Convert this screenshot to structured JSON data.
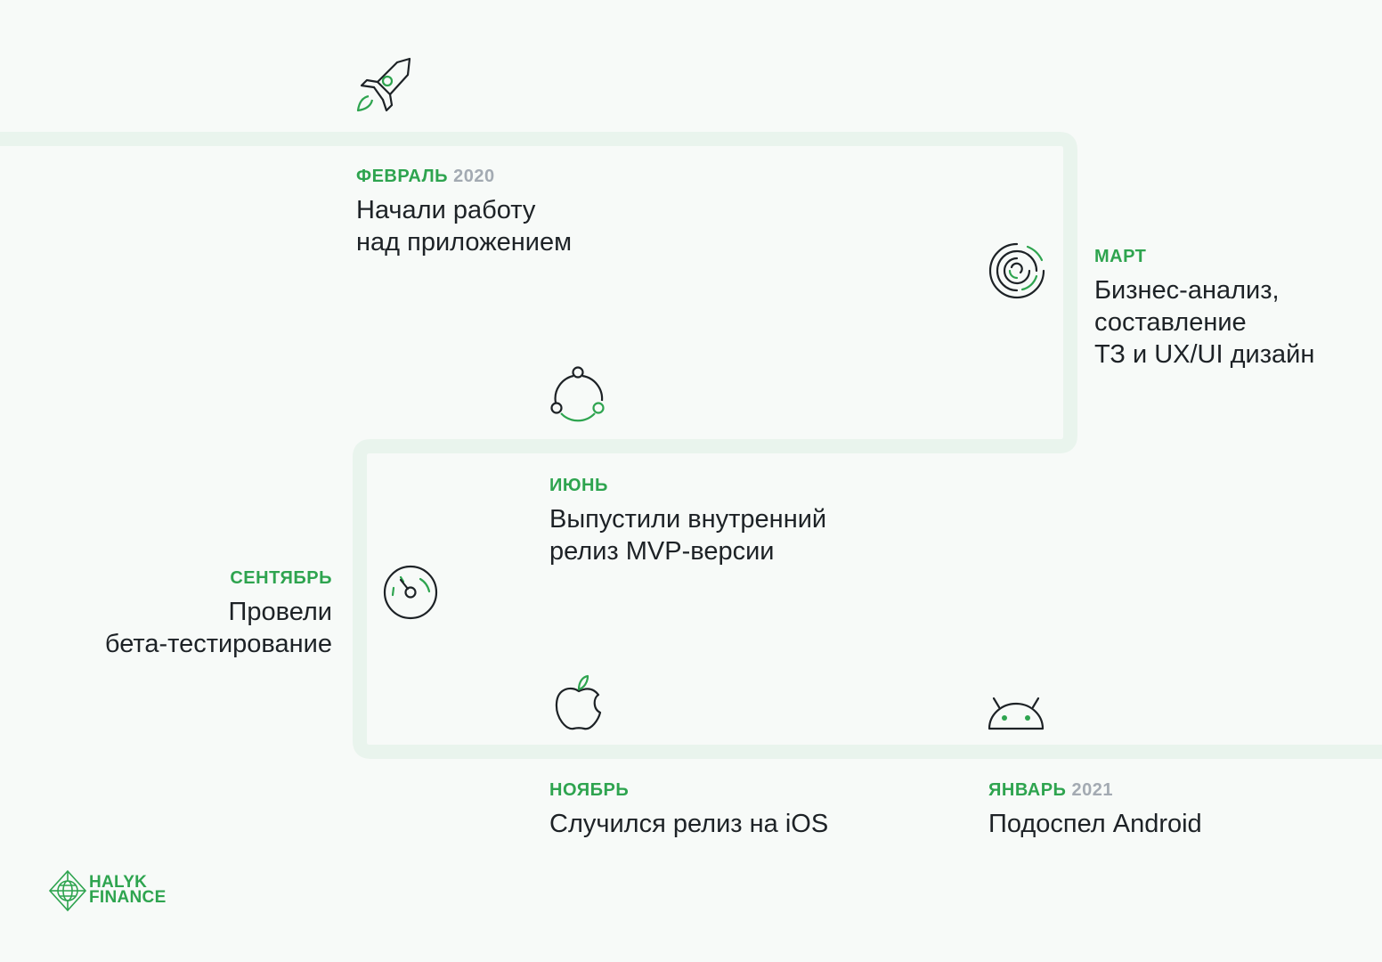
{
  "milestones": {
    "feb": {
      "month": "ФЕВРАЛЬ",
      "year": "2020",
      "description": "Начали работу\nнад приложением",
      "icon": "rocket-icon"
    },
    "mar": {
      "month": "МАРТ",
      "year": "",
      "description": "Бизнес-анализ,\nсоставление\nТЗ и UX/UI дизайн",
      "icon": "spiral-target-icon"
    },
    "jun": {
      "month": "ИЮНЬ",
      "year": "",
      "description": "Выпустили внутренний\nрелиз MVP-версии",
      "icon": "cycle-nodes-icon"
    },
    "sep": {
      "month": "СЕНТЯБРЬ",
      "year": "",
      "description": "Провели\nбета-тестирование",
      "icon": "speedometer-icon"
    },
    "nov": {
      "month": "НОЯБРЬ",
      "year": "",
      "description": "Случился релиз на iOS",
      "icon": "apple-icon"
    },
    "jan": {
      "month": "ЯНВАРЬ",
      "year": "2021",
      "description": "Подоспел Android",
      "icon": "android-icon"
    }
  },
  "brand": {
    "line1": "HALYK",
    "line2": "FINANCE"
  },
  "colors": {
    "accent": "#2ea44f",
    "muted": "#a3aab2",
    "path": "#e9f4ed",
    "text": "#1d2226"
  }
}
